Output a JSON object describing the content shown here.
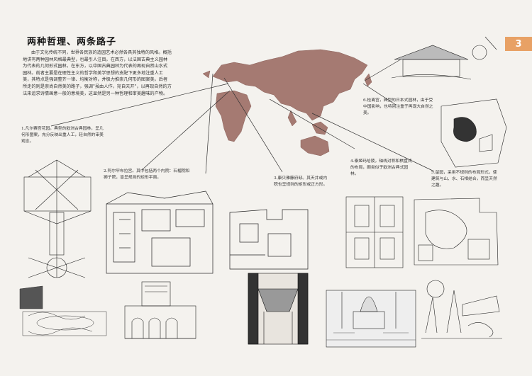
{
  "page": {
    "title": "两种哲理、两条路子",
    "page_number": "3",
    "intro": "由于文化传统不同，世界各民族的造园艺术必然各具其独特的风格。概括地讲有两种园林风格最典型，也最引人注目。在西方，以法国古典主义园林为代表的几何形式园林，在东方，以中国古典园林为代表的再现自然山水式园林。前者主要是在理性主义的哲学和美学思想的支配下更多地注重人工美，其特点是强调整齐一律、均衡对称，并极力推崇几何形的图案美。后者所走的则是崇尚自然美的路子，强调\"虽由人作，宛自天开\"，以再现自然的方法来追求诗情画意一般的意境美，这显然是另一种哲理和审美趣味的产物。"
  },
  "captions": {
    "c1": "1.凡尔赛宫花园。典型的欧洲古典园林，呈几何形图案，充分反映出重人工，轻自然的审美观念。",
    "c2": "2.阿尔罕布拉宫。其中包括两个内院：石榴院和狮子院，皆呈规则的矩形平面。",
    "c3": "3.康贝雅藤府邸。其天井或内院也呈规则的矩形或正方形。",
    "c4": "4.泰姬玛哈陵，轴线对称和棋盘式的布局，颇类似于欧洲古典式园林。",
    "c5": "5.留园，采用不规则的布局形式，使建筑与山、水、石相结合，而呈天然之趣。",
    "c6": "6.桂离宫，典型的日本式园林，由于受中国影响，也特别注重于再现大自然之美。"
  },
  "colors": {
    "map": "#a57a72",
    "tab": "#e8a165",
    "ink": "#222222"
  }
}
